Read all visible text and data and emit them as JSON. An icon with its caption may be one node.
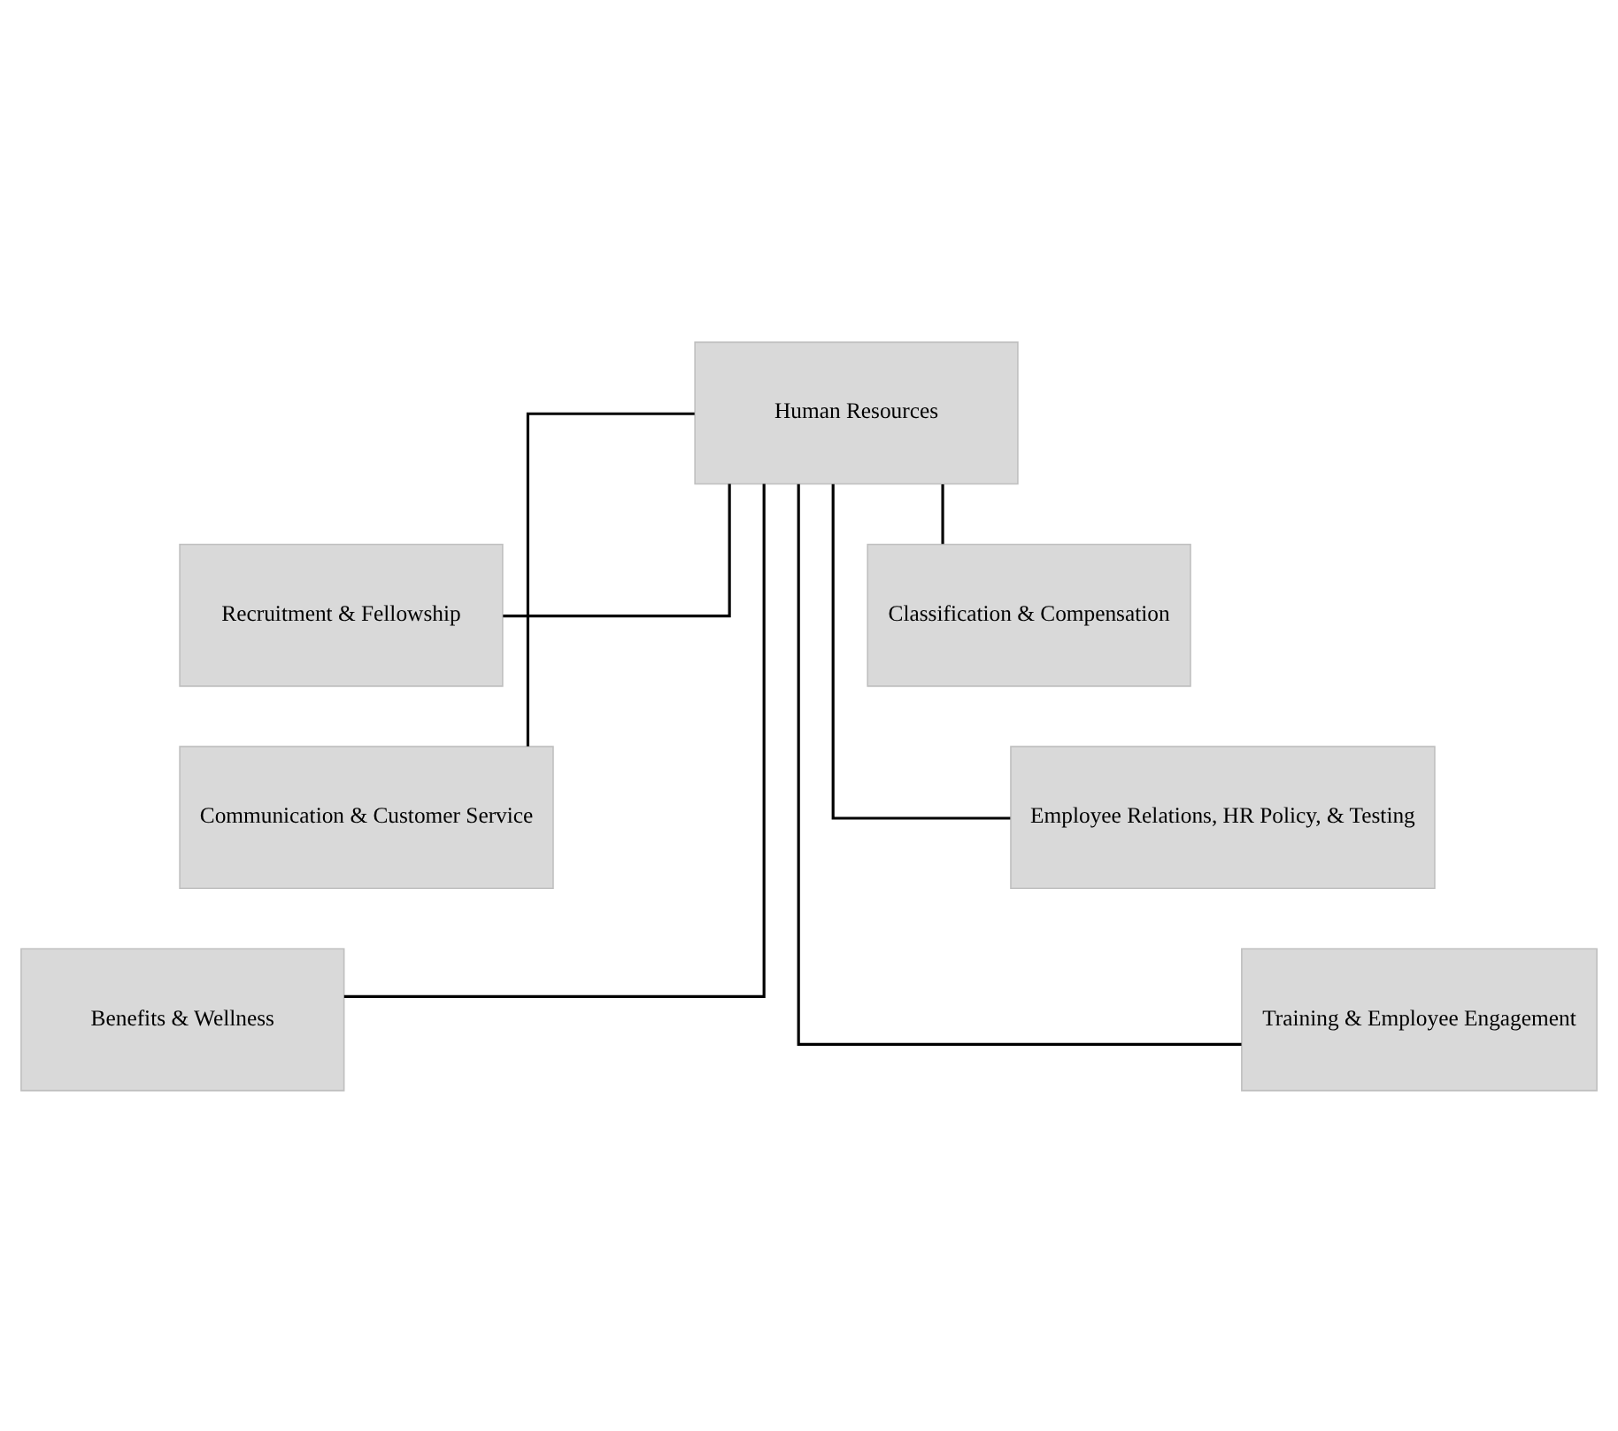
{
  "diagram": {
    "nodes": [
      {
        "text": [
          "Human Resources"
        ]
      },
      {
        "text": [
          "Recruitment & Fellowship"
        ]
      },
      {
        "text": [
          "Classification & Compensation"
        ]
      },
      {
        "text": [
          "Communication & Customer Service"
        ]
      },
      {
        "text": [
          "Employee Relations, HR Policy, & Testing"
        ]
      },
      {
        "text": [
          "Benefits & Wellness"
        ]
      },
      {
        "text": [
          "Training & Employee Engagement"
        ]
      }
    ],
    "edges": [
      {
        "from": 0,
        "to": 1,
        "arrow": "none"
      },
      {
        "from": 0,
        "to": 2,
        "arrow": "none"
      },
      {
        "from": 0,
        "to": 3,
        "arrow": "none"
      },
      {
        "from": 0,
        "to": 4,
        "arrow": "none"
      },
      {
        "from": 0,
        "to": 5,
        "arrow": "none"
      },
      {
        "from": 0,
        "to": 6,
        "arrow": "none"
      }
    ]
  }
}
